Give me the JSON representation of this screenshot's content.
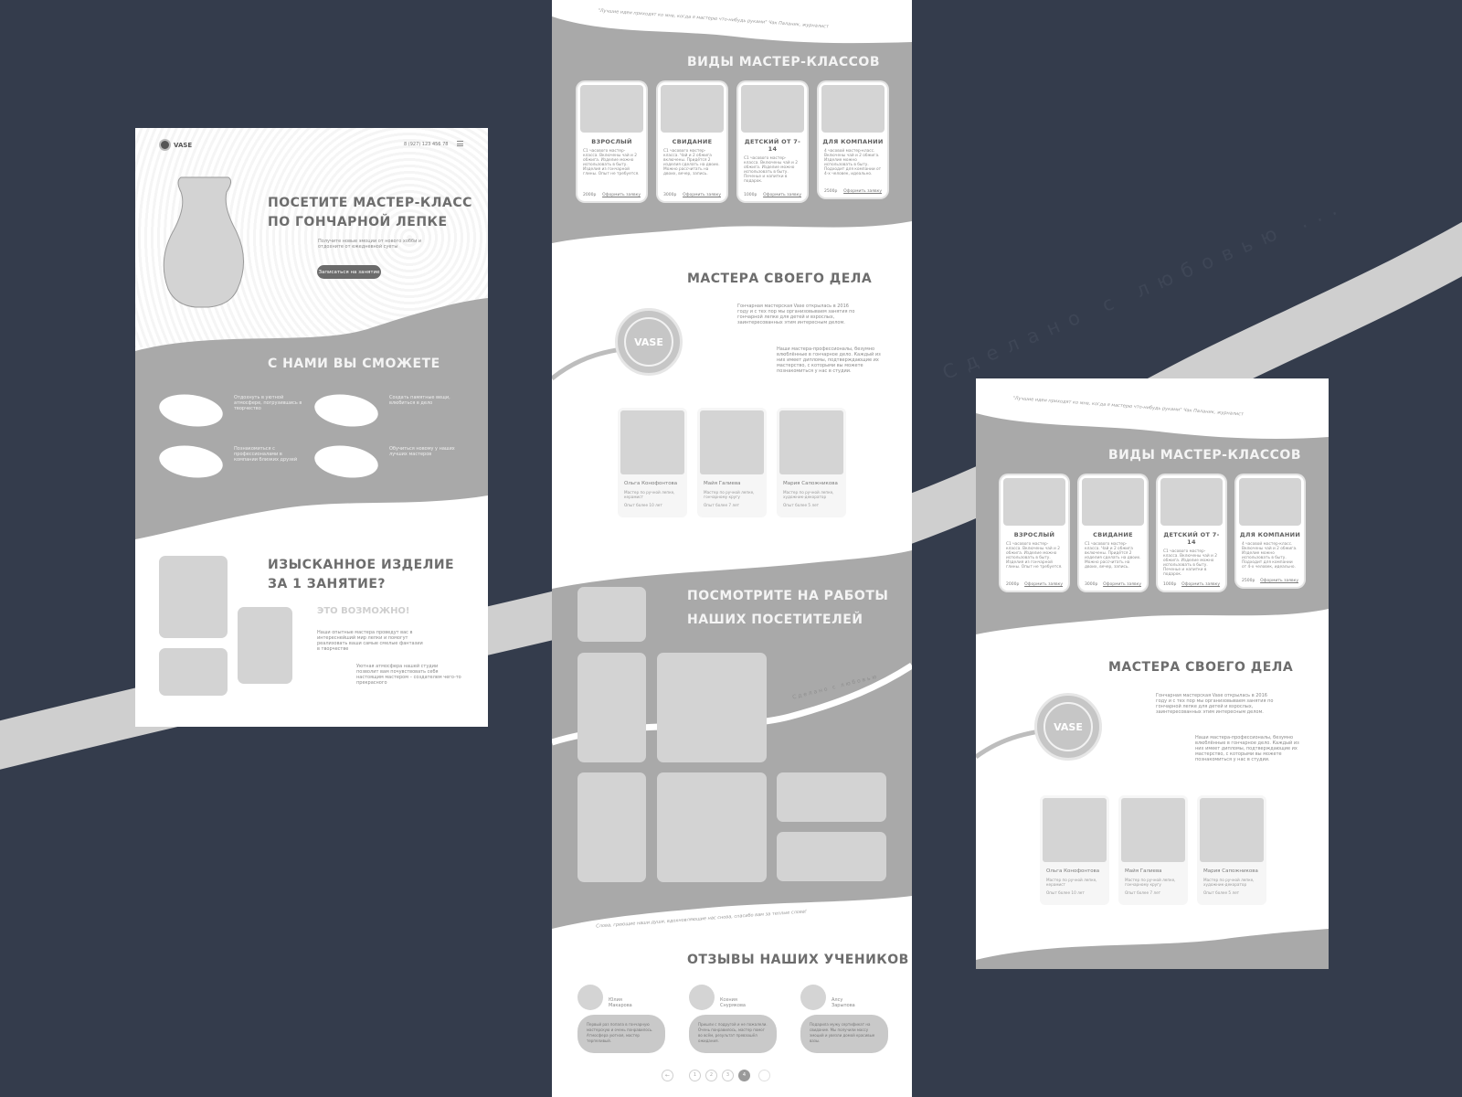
{
  "ribbon": {
    "text": "Сделано с любовью ..."
  },
  "hero_frame": {
    "logo": "VASE",
    "phone": "8 (927) 123 456 78",
    "hero_title_1": "ПОСЕТИТЕ МАСТЕР-КЛАСС",
    "hero_title_2": "ПО ГОНЧАРНОЙ ЛЕПКЕ",
    "hero_sub": "Получите новые эмоции от нового хобби и отдохните от ежедневной суеты",
    "hero_button": "Записаться на занятие",
    "abilities_title": "С НАМИ ВЫ СМОЖЕТЕ",
    "abilities": [
      "Отдохнуть в уютной атмосфере, погрузившись в творчество",
      "Создать памятные вещи, влюбиться в дело",
      "Познакомиться с профессионалами в компании близких друзей",
      "Обучиться новому у наших лучших мастеров"
    ],
    "product_title_1": "ИЗЫСКАННОЕ ИЗДЕЛИЕ",
    "product_title_2": "ЗА 1 ЗАНЯТИЕ?",
    "product_sub": "ЭТО ВОЗМОЖНО!",
    "product_text_1": "Наши опытные мастера проведут вас в интереснейший мир лепки и помогут реализовать ваши самые смелые фантазии в творчестве",
    "product_text_2": "Уютная атмосфера нашей студии позволит вам почувствовать себя настоящим мастером – создателем чего-то прекрасного"
  },
  "quote": "\"Лучшие идеи приходят ко мне, когда я мастерю что-нибудь руками\" Чак Паланик, журналист",
  "classes": {
    "title": "ВИДЫ МАСТЕР-КЛАССОВ",
    "order_label": "Оформить заявку",
    "items": [
      {
        "name": "ВЗРОСЛЫЙ",
        "desc": "С1 часового мастер-класса. Включены чай и 2 обжига. Изделие можно использовать в быту. Изделия из гончарной глины. Опыт не требуется.",
        "price": "2000р"
      },
      {
        "name": "СВИДАНИЕ",
        "desc": "С1 часового мастер-класса. Чай и 2 обжига включены. Придётся 2 изделия сделать на двоих. Можно рассчитать на двоих, вечер, запись.",
        "price": "3000р"
      },
      {
        "name": "ДЕТСКИЙ ОТ 7-14",
        "desc": "С1 часового мастер-класса. Включены чай и 2 обжига. Изделие можно использовать в быту. Печенье и напитки в подарок.",
        "price": "1000р"
      },
      {
        "name": "ДЛЯ КОМПАНИИ",
        "desc": "4 часовой мастер-класс. Включены чай и 2 обжига. Изделие можно использовать в быту. Подходит для компании от 4-х человек, идеально.",
        "price": "2500р"
      }
    ]
  },
  "masters": {
    "title": "МАСТЕРА СВОЕГО ДЕЛА",
    "logo": "VASE",
    "text_1": "Гончарная мастерская Vase открылась в 2016 году и с тех пор мы организовываем занятия по гончарной лепке для детей и взрослых, заинтересованных этим интересным делом.",
    "text_2": "Наши мастера-профессионалы, безумно влюблённые в гончарное дело. Каждый из них имеет дипломы, подтверждающие их мастерство, с которыми вы можете познакомиться у нас в студии.",
    "people": [
      {
        "name": "Ольга Конофонтова",
        "desc": "Мастер по ручной лепке, керамист",
        "exp": "Опыт более 10 лет"
      },
      {
        "name": "Майя Галиева",
        "desc": "Мастер по ручной лепке, гончарному кругу",
        "exp": "Опыт более 7 лет"
      },
      {
        "name": "Мария Сапожникова",
        "desc": "Мастер по ручной лепке, художник-декоратор",
        "exp": "Опыт более 5 лет"
      }
    ]
  },
  "works": {
    "title_1": "ПОСМОТРИТЕ НА РАБОТЫ",
    "title_2": "НАШИХ ПОСЕТИТЕЛЕЙ",
    "wave_text": "Сделано с любовью",
    "thanks": "Слова, греющие наши души, вдохновляющие нас снова, спасибо вам за теплые слова!"
  },
  "reviews": {
    "title": "ОТЗЫВЫ НАШИХ УЧЕНИКОВ",
    "items": [
      {
        "name_1": "Юлия",
        "name_2": "Макарова",
        "text": "Первый раз попала в гончарную мастерскую и очень понравилось. Атмосфера уютная, мастер терпеливый."
      },
      {
        "name_1": "Ксения",
        "name_2": "Снурякова",
        "text": "Пришли с подругой и не пожалели. Очень понравилось, мастер помог во всём, результат превзошёл ожидания."
      },
      {
        "name_1": "Алсу",
        "name_2": "Зарыпова",
        "text": "Подарила мужу сертификат на свидание. Мы получили массу эмоций и увезли домой красивые вазы."
      }
    ],
    "pages": [
      "1",
      "2",
      "3",
      "4"
    ]
  }
}
